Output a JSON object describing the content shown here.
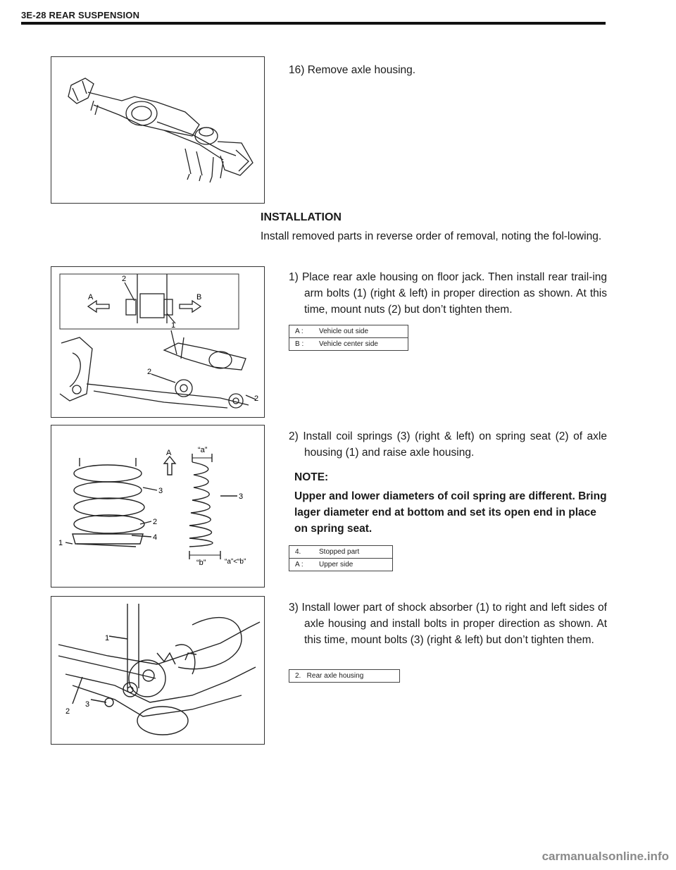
{
  "header": {
    "title": "3E-28 REAR SUSPENSION"
  },
  "step16": {
    "text": "16) Remove axle housing."
  },
  "installation": {
    "heading": "INSTALLATION",
    "intro": "Install removed parts in reverse order of removal, noting the fol-lowing."
  },
  "step1": {
    "text": "1) Place rear axle housing on floor jack. Then install rear trail-ing arm bolts (1) (right & left) in proper direction as shown. At this time, mount nuts (2) but don’t tighten them.",
    "legend": [
      {
        "key": "A :",
        "value": "Vehicle out side"
      },
      {
        "key": "B :",
        "value": "Vehicle center side"
      }
    ],
    "figure_labels": {
      "a": "A",
      "b": "B",
      "n1": "1",
      "n2": "2"
    }
  },
  "step2": {
    "text": "2) Install coil springs (3) (right & left) on spring seat (2) of axle housing (1) and raise axle housing.",
    "note_title": "NOTE:",
    "note_body": "Upper and lower diameters of coil spring are different. Bring lager diameter end at bottom and set its open end in place on spring seat.",
    "legend": [
      {
        "key": "4.",
        "value": "Stopped part"
      },
      {
        "key": "A :",
        "value": "Upper side"
      }
    ],
    "figure_labels": {
      "a_upper": "A",
      "dim_a": "“a”",
      "dim_b": "“b”",
      "relation": "“a”<“b”",
      "n1": "1",
      "n2": "2",
      "n3": "3",
      "n4": "4"
    }
  },
  "step3": {
    "text": "3) Install lower part of shock absorber (1) to right and left sides of axle housing and install bolts in proper direction as shown. At this time, mount bolts (3) (right & left) but don’t tighten them.",
    "legend": [
      {
        "value": "2.   Rear axle housing"
      }
    ],
    "figure_labels": {
      "n1": "1",
      "n2": "2",
      "n3": "3"
    }
  },
  "watermark": "carmanualsonline.info"
}
